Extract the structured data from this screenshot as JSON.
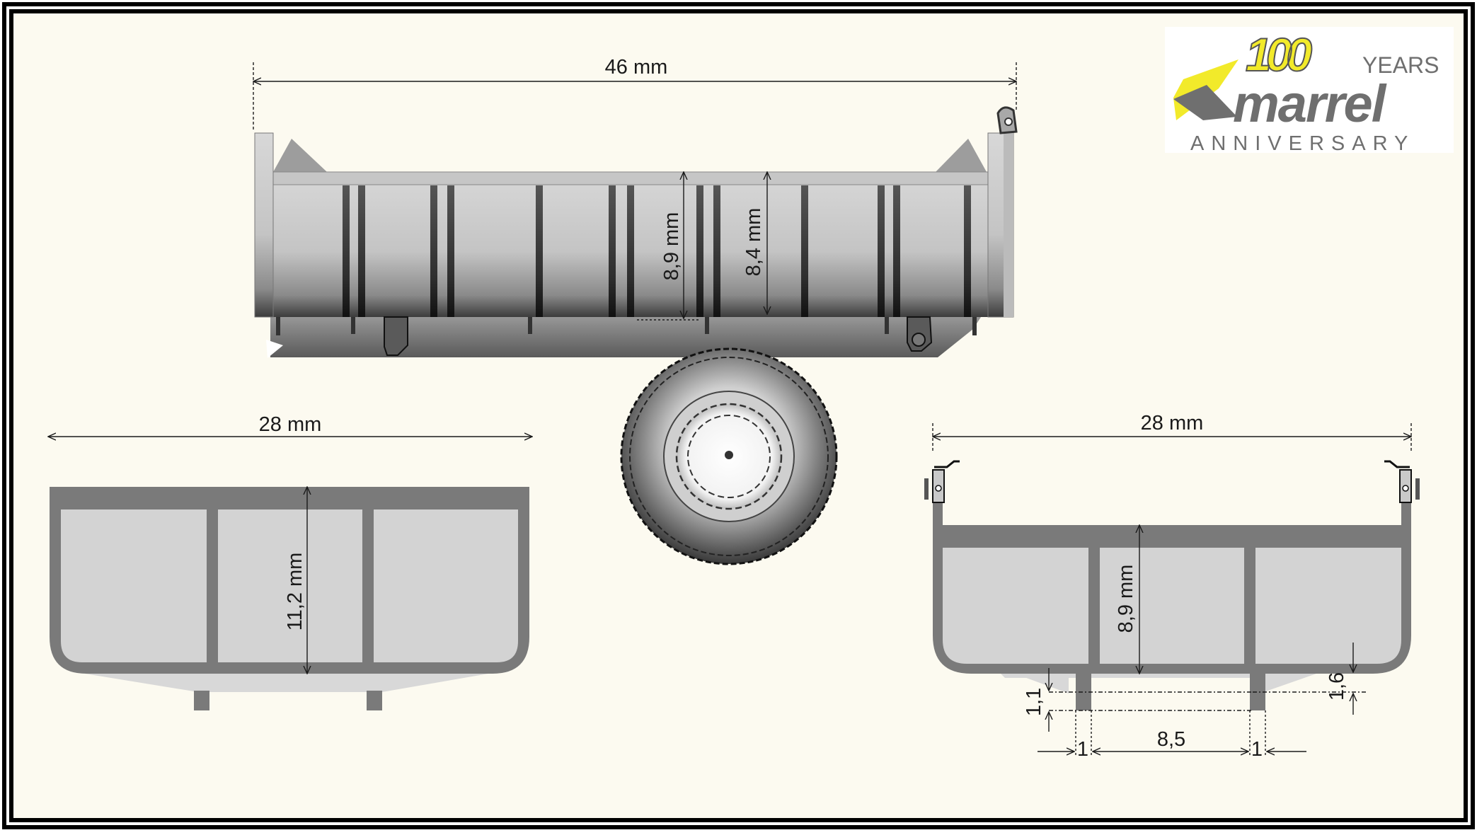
{
  "logo": {
    "number": "100",
    "years": "YEARS",
    "brand": "marrel",
    "anniversary": "ANNIVERSARY"
  },
  "dimensions": {
    "side_length": "46 mm",
    "side_height_a": "8,9 mm",
    "side_height_b": "8,4 mm",
    "front_width": "28 mm",
    "front_height": "11,2 mm",
    "rear_width": "28 mm",
    "rear_height": "8,9 mm",
    "rail_height": "1,1",
    "rail_offset": "1,6",
    "rail_width_left": "1",
    "rail_spacing": "8,5",
    "rail_width_right": "1"
  },
  "colors": {
    "paper": "#fcfaf0",
    "frame": "#000000",
    "body_fill": "#d3d3d3",
    "body_dark": "#787878",
    "rib": "#3a3a3a",
    "logo_yellow": "#f2ea2a",
    "logo_grey": "#6f6f6f"
  }
}
